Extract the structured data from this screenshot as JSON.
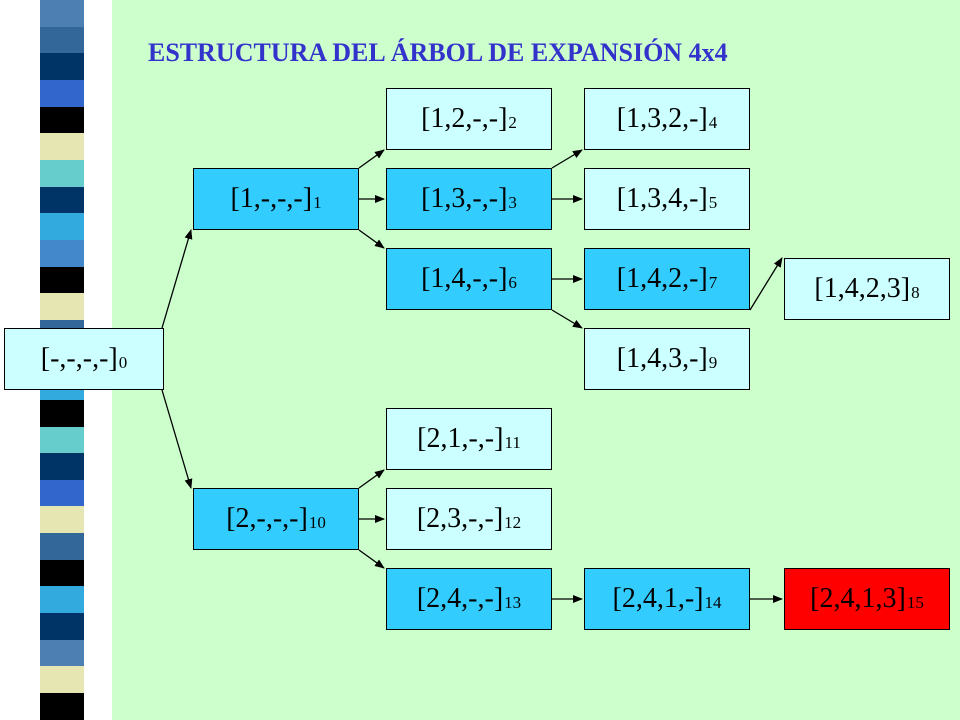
{
  "title": "ESTRUCTURA DEL ÁRBOL DE EXPANSIÓN 4x4",
  "colors": {
    "background": "#ccffcc",
    "title": "#3333cc",
    "node_light": "#ccffff",
    "node_mid": "#33ccff",
    "node_target": "#ff0000",
    "stripes": [
      "#4d7fb3",
      "#336699",
      "#003366",
      "#3366cc",
      "#000000",
      "#e6e6b3",
      "#66cccc",
      "#003366",
      "#33aadd",
      "#4488cc",
      "#000000",
      "#e6e6b3",
      "#336699",
      "#003366",
      "#33aadd",
      "#000000",
      "#66cccc",
      "#003366",
      "#3366cc",
      "#e6e6b3",
      "#336699",
      "#000000",
      "#33aadd",
      "#003366",
      "#4d7fb3",
      "#e6e6b3",
      "#000000"
    ]
  },
  "nodes": [
    {
      "id": "n0",
      "label": "[-,-,-,-]",
      "sub": "0",
      "style": "light"
    },
    {
      "id": "n1",
      "label": "[1,-,-,-]",
      "sub": "1",
      "style": "mid"
    },
    {
      "id": "n2",
      "label": "[1,2,-,-]",
      "sub": "2",
      "style": "light"
    },
    {
      "id": "n3",
      "label": "[1,3,-,-]",
      "sub": "3",
      "style": "mid"
    },
    {
      "id": "n4",
      "label": "[1,3,2,-]",
      "sub": "4",
      "style": "light"
    },
    {
      "id": "n5",
      "label": "[1,3,4,-]",
      "sub": "5",
      "style": "light"
    },
    {
      "id": "n6",
      "label": "[1,4,-,-]",
      "sub": "6",
      "style": "mid"
    },
    {
      "id": "n7",
      "label": "[1,4,2,-]",
      "sub": "7",
      "style": "mid"
    },
    {
      "id": "n8",
      "label": "[1,4,2,3]",
      "sub": "8",
      "style": "light"
    },
    {
      "id": "n9",
      "label": "[1,4,3,-]",
      "sub": "9",
      "style": "light"
    },
    {
      "id": "n10",
      "label": "[2,-,-,-]",
      "sub": "10",
      "style": "mid"
    },
    {
      "id": "n11",
      "label": "[2,1,-,-]",
      "sub": "11",
      "style": "light"
    },
    {
      "id": "n12",
      "label": "[2,3,-,-]",
      "sub": "12",
      "style": "light"
    },
    {
      "id": "n13",
      "label": "[2,4,-,-]",
      "sub": "13",
      "style": "mid"
    },
    {
      "id": "n14",
      "label": "[2,4,1,-]",
      "sub": "14",
      "style": "mid"
    },
    {
      "id": "n15",
      "label": "[2,4,1,3]",
      "sub": "15",
      "style": "target"
    }
  ],
  "edges": [
    [
      "n0",
      "n1"
    ],
    [
      "n0",
      "n10"
    ],
    [
      "n1",
      "n2"
    ],
    [
      "n1",
      "n3"
    ],
    [
      "n1",
      "n6"
    ],
    [
      "n3",
      "n4"
    ],
    [
      "n3",
      "n5"
    ],
    [
      "n6",
      "n7"
    ],
    [
      "n6",
      "n9"
    ],
    [
      "n7",
      "n8"
    ],
    [
      "n10",
      "n11"
    ],
    [
      "n10",
      "n12"
    ],
    [
      "n10",
      "n13"
    ],
    [
      "n13",
      "n14"
    ],
    [
      "n14",
      "n15"
    ]
  ]
}
